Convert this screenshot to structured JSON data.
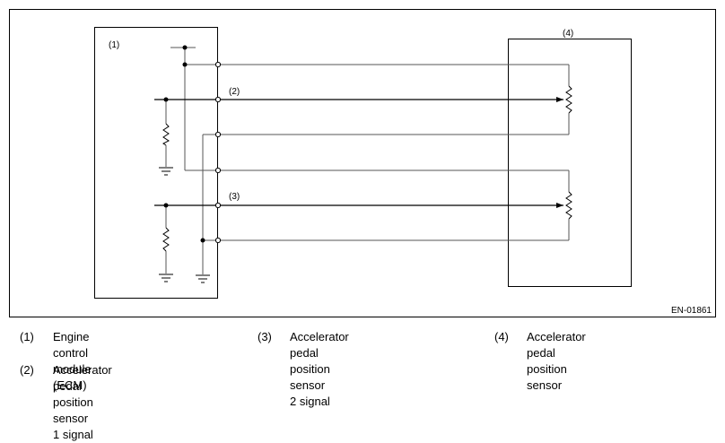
{
  "diagram": {
    "code": "EN-01861",
    "callouts": {
      "ecm": "(1)",
      "aps1_signal": "(2)",
      "aps2_signal": "(3)",
      "sensor": "(4)"
    }
  },
  "legend": [
    {
      "num": "(1)",
      "text": "Engine control module (ECM)"
    },
    {
      "num": "(3)",
      "text": "Accelerator pedal position sensor\n2 signal"
    },
    {
      "num": "(4)",
      "text": "Accelerator pedal position sensor"
    },
    {
      "num": "(2)",
      "text": "Accelerator pedal position sensor\n1 signal"
    }
  ]
}
